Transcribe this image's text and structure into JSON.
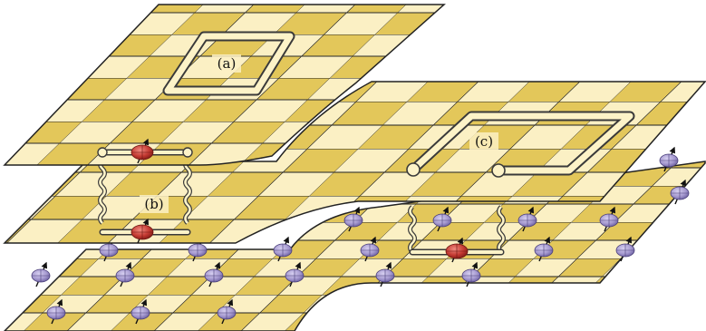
{
  "labels": {
    "a": "(a)",
    "b": "(b)",
    "c": "(c)"
  },
  "colors": {
    "tile_dark": "#e3c75a",
    "tile_light": "#fbf0c4",
    "grid_line": "#2a2a2a",
    "loop_fill": "#fdf3c8",
    "loop_stroke": "#3a3a3a",
    "spin_normal": "#a69ad0",
    "spin_excited": "#c43a32"
  },
  "layers": [
    "upper-sheet",
    "middle-sheet",
    "lower-sheet"
  ],
  "icons": {
    "spin": "spin-icon",
    "excited_spin": "excited-spin-icon",
    "wavy_link": "wavy-link-icon"
  }
}
